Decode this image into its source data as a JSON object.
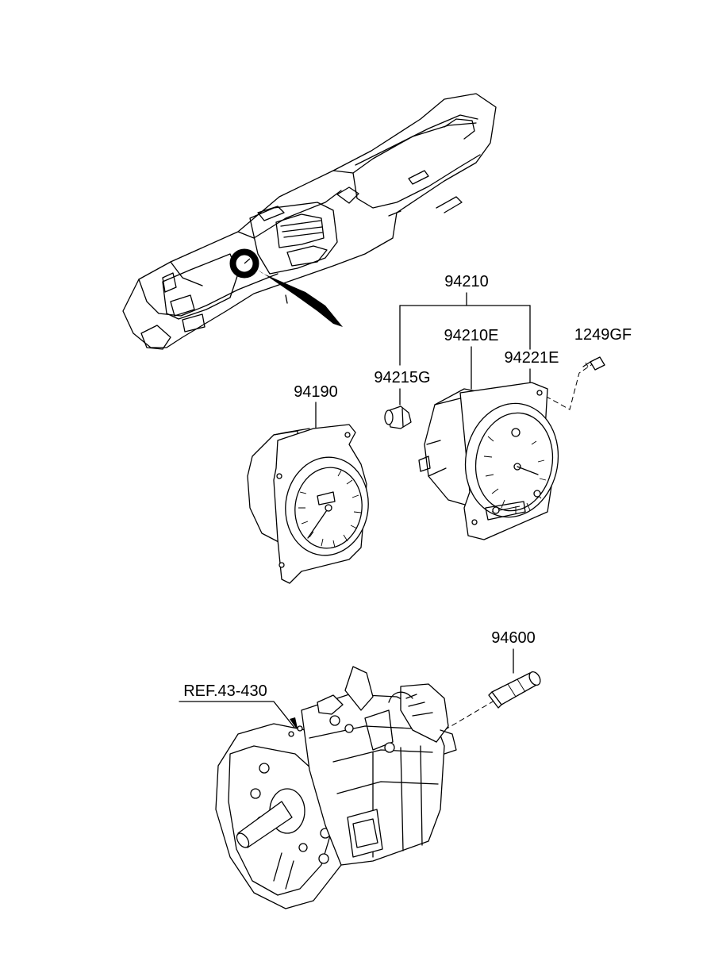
{
  "callouts": {
    "instrument_cluster_assy": "94210",
    "cluster_sub_assy": "94210E",
    "cluster_case": "94221E",
    "screw": "1249GF",
    "bulb": "94215G",
    "speedometer": "94190",
    "speed_sensor": "94600",
    "transmission_ref": "REF.43-430"
  }
}
